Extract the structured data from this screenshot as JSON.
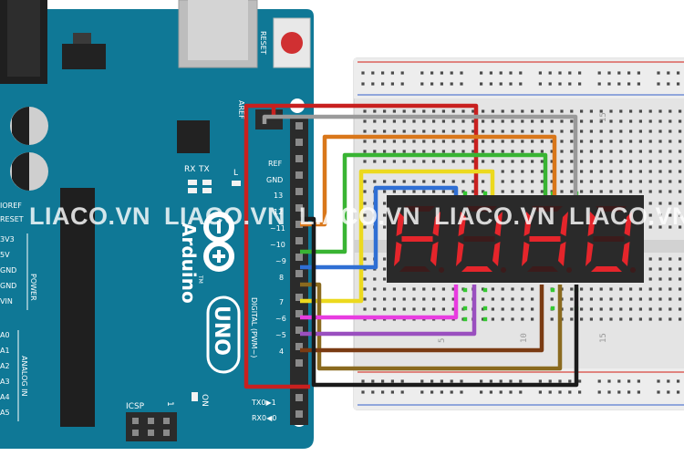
{
  "board": {
    "reset_label": "RESET",
    "icsp_label": "ICSP",
    "icsp_pin1": "1",
    "ioref_label": "IOREF",
    "reset_pin_label": "RESET",
    "power_pins": [
      "3V3",
      "5V",
      "GND",
      "GND",
      "VIN"
    ],
    "power_group": "POWER",
    "analog_pins": [
      "A0",
      "A1",
      "A2",
      "A3",
      "A4",
      "A5"
    ],
    "analog_group": "ANALOG IN",
    "brand": "Arduino",
    "tm": "TM",
    "model": "UNO",
    "tx_label": "TX",
    "rx_label": "RX",
    "l_label": "L",
    "on_label": "ON",
    "digital_group": "DIGITAL (PWM~)",
    "ref_label": "REF",
    "gnd_label": "GND",
    "header_digits": [
      "13",
      "12",
      "~11",
      "~10",
      "~9",
      "8",
      "7",
      "~6",
      "~5",
      "4"
    ],
    "tx_pin": "TX0▶1",
    "rx_pin": "RX0◀0",
    "aref_top": "AREF",
    "colors": {
      "pcb": "#0f7896",
      "pcb_dark": "#0a5f78",
      "header": "#2b2b2b",
      "silk": "#ffffff"
    }
  },
  "breadboard": {
    "column_marks": [
      "15",
      "10",
      "5",
      "15"
    ],
    "colors": {
      "body": "#e4e4e4",
      "rail_red": "#d9463e",
      "rail_blue": "#5a7bd1",
      "hole": "#4a4a4a"
    }
  },
  "display": {
    "digits": [
      "H",
      "U",
      "H",
      "U"
    ],
    "colors": {
      "body": "#2a2a2a",
      "lit": "#e5252b",
      "unlit": "#3b1b1b"
    }
  },
  "wires": {
    "colors": {
      "red": "#c8201f",
      "gray": "#9a9a9a",
      "orange": "#d9771a",
      "green": "#39b433",
      "yellow": "#ecd91e",
      "blue": "#2f6fd4",
      "olive": "#8a6a1f",
      "magenta": "#e83ce0",
      "purple": "#9a4fbf",
      "brown": "#7a3b13",
      "black": "#1a1a1a"
    }
  },
  "watermarks": [
    "LIACO.VN",
    "LIACO.VN",
    "LIACO.VN",
    "LIACO.VN",
    "LIACO.VN"
  ]
}
